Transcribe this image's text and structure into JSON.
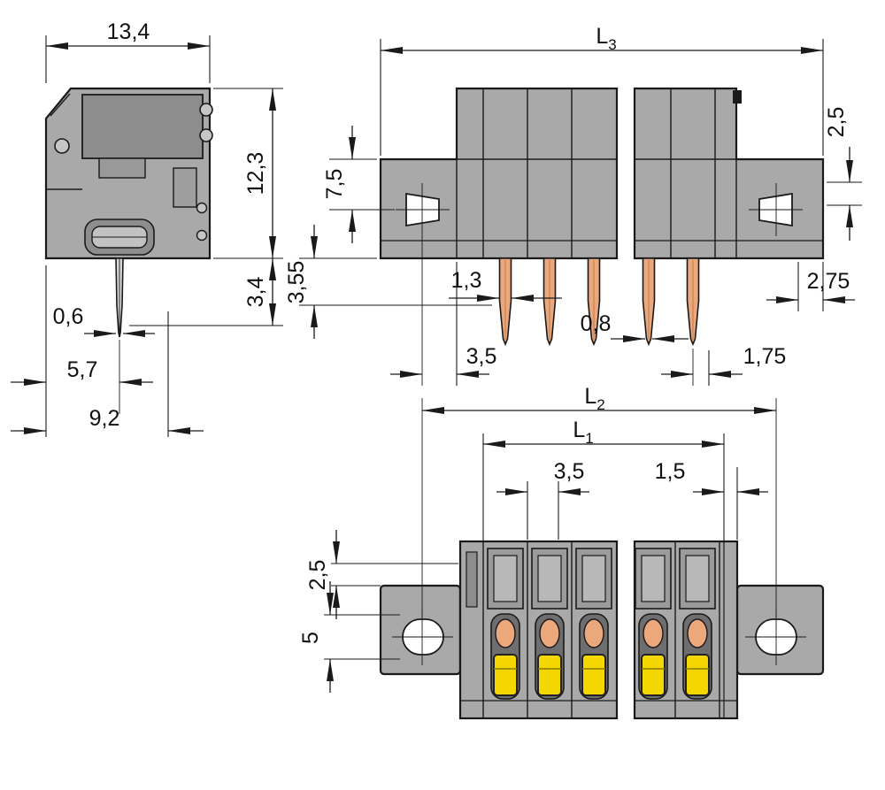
{
  "drawing": {
    "title": "terminal-block-dimensional-drawing",
    "colors": {
      "body": "#a9a9a9",
      "body_dark": "#8d8d8d",
      "recess": "#6e6e6e",
      "pin": "#eaa87c",
      "lever": "#f4d600",
      "hole": "#ffffff",
      "line": "#1a1a1a"
    },
    "side": {
      "width": "13,4",
      "height": "12,3",
      "pin_projection": "3,4",
      "pin_width": "0,6",
      "pin_offset": "5,7",
      "depth": "9,2"
    },
    "front": {
      "length_base": "L",
      "length_sub": "3",
      "flange_top": "2,5",
      "hole_height": "7,5",
      "pin_shoulder": "3,55",
      "pin_thickness": "1,3",
      "pin_tip": "0,8",
      "end_offset": "2,75",
      "hole_offset": "3,5",
      "pin_end": "1,75"
    },
    "top": {
      "hole_span_base": "L",
      "hole_span_sub": "2",
      "module_span_base": "L",
      "module_span_sub": "1",
      "opening": "3,5",
      "end_wall": "1,5",
      "edge_offset": "2,5",
      "hole_size": "5"
    }
  }
}
